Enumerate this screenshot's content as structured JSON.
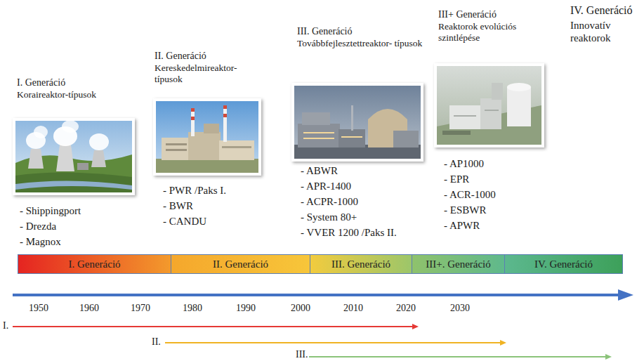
{
  "diagram": {
    "nodes": [
      {
        "text": [
          "I. Generáció",
          "Koraireaktor-típusok"
        ]
      },
      {
        "text": [
          "II. Generáció",
          "Kereskedelmireaktor- típusok"
        ]
      },
      {
        "text": [
          "III. Generáció",
          "Továbbfejlesztettreaktor- típusok"
        ]
      },
      {
        "text": [
          "III+ Generáció",
          "Reaktorok evolúciós szintlépése"
        ]
      },
      {
        "text": [
          "I. Generáció"
        ]
      },
      {
        "text": [
          "II. Generáció"
        ]
      },
      {
        "text": [
          "III. Generáció"
        ]
      },
      {
        "text": [
          "III+. Generáció"
        ]
      },
      {
        "text": [
          "IV. Generáció"
        ]
      }
    ],
    "labels": [
      "IV. Generáció",
      "Innovatív reaktorok",
      "- Shippingport",
      "- Drezda",
      "- Magnox",
      "- PWR /Paks I.",
      "- BWR",
      "- CANDU",
      "- ABWR",
      "- APR-1400",
      "- ACPR-1000",
      "- System 80+",
      "- VVER 1200 /Paks II.",
      "- AP1000",
      "- EPR",
      "- ACR-1000",
      "- ESBWR",
      "- APWR",
      "1950",
      "1960",
      "1970",
      "1980",
      "1990",
      "2000",
      "2010",
      "2020",
      "2030",
      "I.",
      "II.",
      "III."
    ]
  }
}
